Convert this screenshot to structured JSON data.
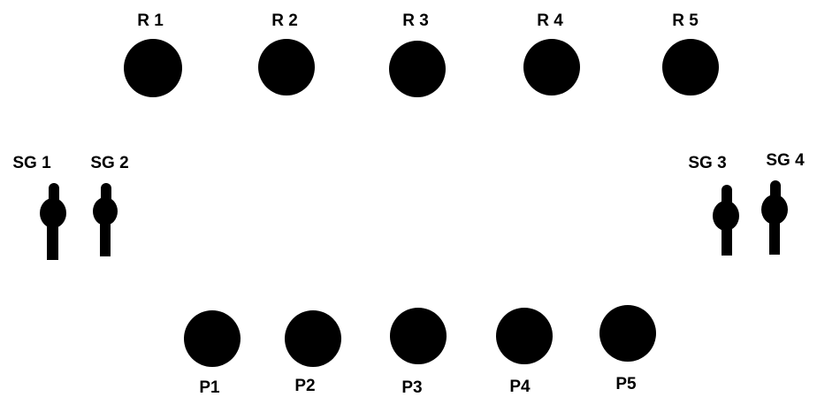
{
  "diagram": {
    "ink_color": "#000000",
    "background_color": "#ffffff",
    "top_row": [
      "R 1",
      "R 2",
      "R 3",
      "R 4",
      "R 5"
    ],
    "middle_left": [
      "SG 1",
      "SG 2"
    ],
    "middle_right": [
      "SG 3",
      "SG 4"
    ],
    "bottom_row": [
      "P1",
      "P2",
      "P3",
      "P4",
      "P5"
    ]
  }
}
